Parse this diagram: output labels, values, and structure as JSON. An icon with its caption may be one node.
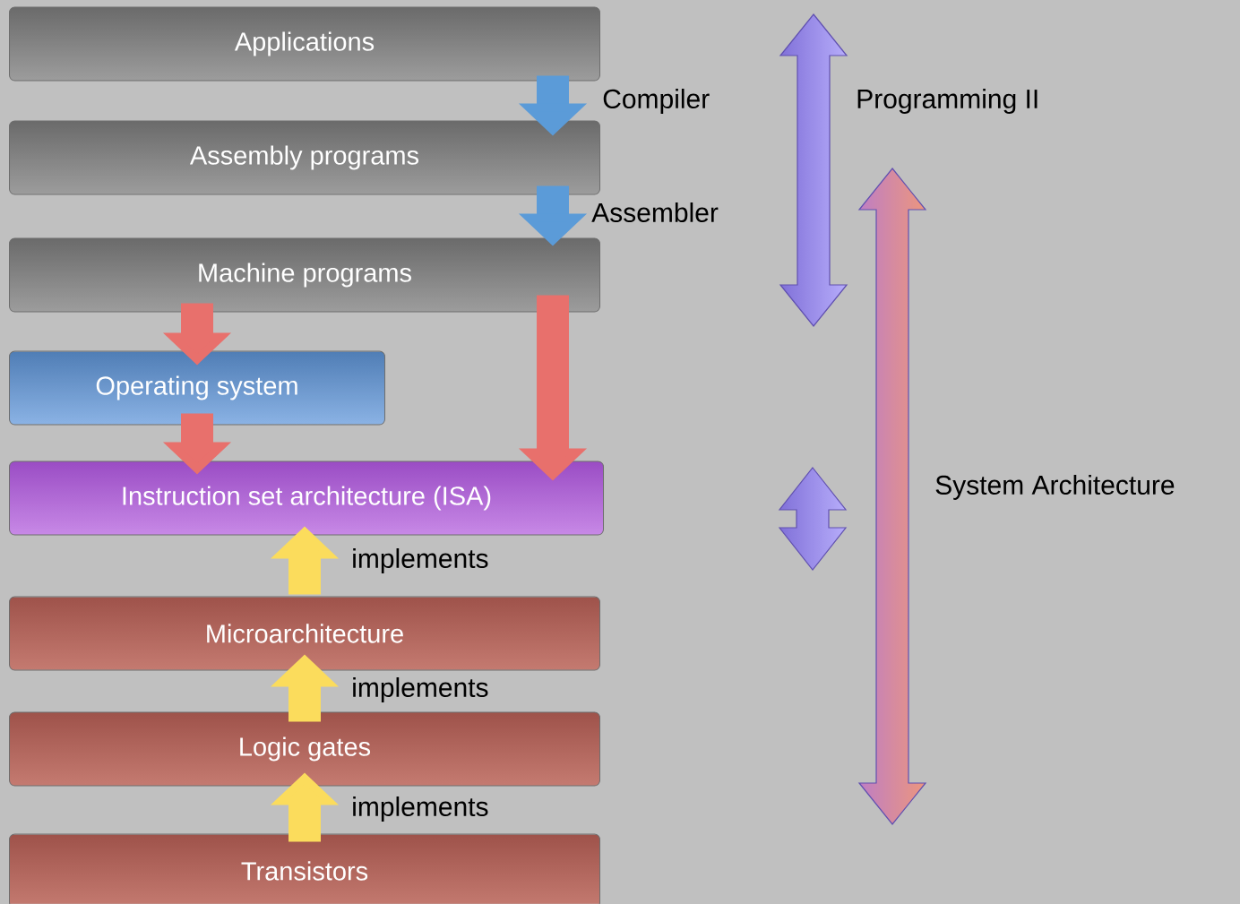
{
  "diagram": {
    "nodes": [
      {
        "text": [
          "Applications"
        ]
      },
      {
        "text": [
          "Assembly programs"
        ]
      },
      {
        "text": [
          "Machine programs"
        ]
      },
      {
        "text": [
          "Operating system"
        ]
      },
      {
        "text": [
          "Instruction set architecture (ISA)"
        ]
      },
      {
        "text": [
          "Microarchitecture"
        ]
      },
      {
        "text": [
          "Logic gates"
        ]
      },
      {
        "text": [
          "Transistors"
        ]
      }
    ],
    "edges": [
      {
        "from": 0,
        "to": 1,
        "arrow": "to",
        "label": "Compiler",
        "color": "#5b9bd8"
      },
      {
        "from": 1,
        "to": 2,
        "arrow": "to",
        "label": "Assembler",
        "color": "#5b9bd8"
      },
      {
        "from": 2,
        "to": 3,
        "arrow": "to",
        "color": "#e8706c"
      },
      {
        "from": 3,
        "to": 4,
        "arrow": "to",
        "color": "#e8706c"
      },
      {
        "from": 2,
        "to": 4,
        "arrow": "to",
        "color": "#e8706c"
      },
      {
        "from": 5,
        "to": 4,
        "arrow": "to",
        "label": "implements",
        "color": "#fbdc5c"
      },
      {
        "from": 6,
        "to": 5,
        "arrow": "to",
        "label": "implements",
        "color": "#fbdc5c"
      },
      {
        "from": 7,
        "to": 6,
        "arrow": "to",
        "label": "implements",
        "color": "#fbdc5c"
      }
    ],
    "labels": [
      "Programming II",
      "System Architecture"
    ]
  }
}
